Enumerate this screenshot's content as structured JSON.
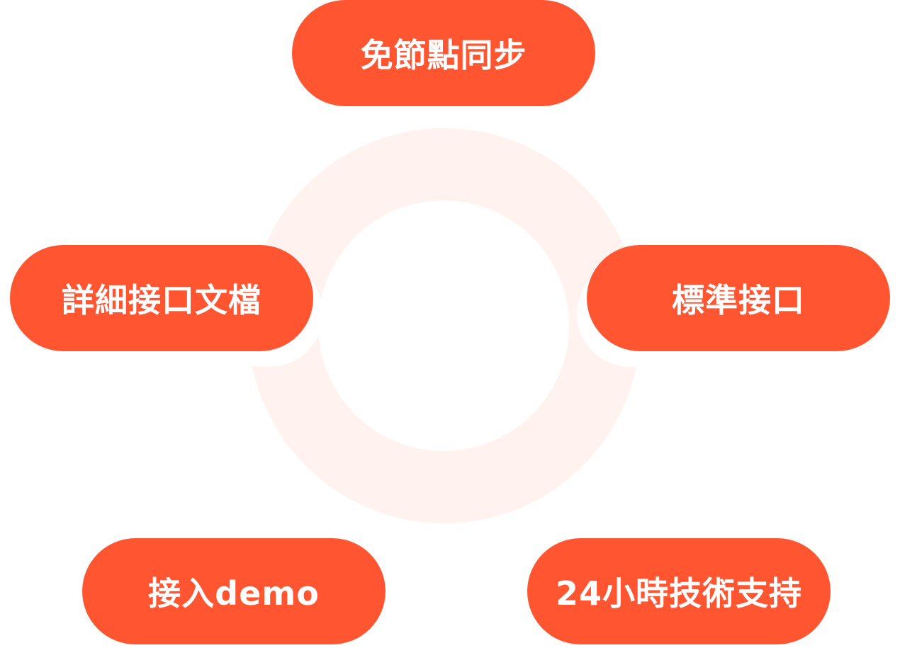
{
  "nodes": {
    "top": {
      "label": "免節點同步"
    },
    "left": {
      "label": "詳細接口文檔"
    },
    "right": {
      "label": "標準接口"
    },
    "bottom_left": {
      "label": "接入demo"
    },
    "bottom_right": {
      "label": "24小時技術支持"
    }
  },
  "colors": {
    "pill": "#ff5530",
    "ring": "#fff2ef",
    "text": "#ffffff",
    "background": "#ffffff"
  }
}
